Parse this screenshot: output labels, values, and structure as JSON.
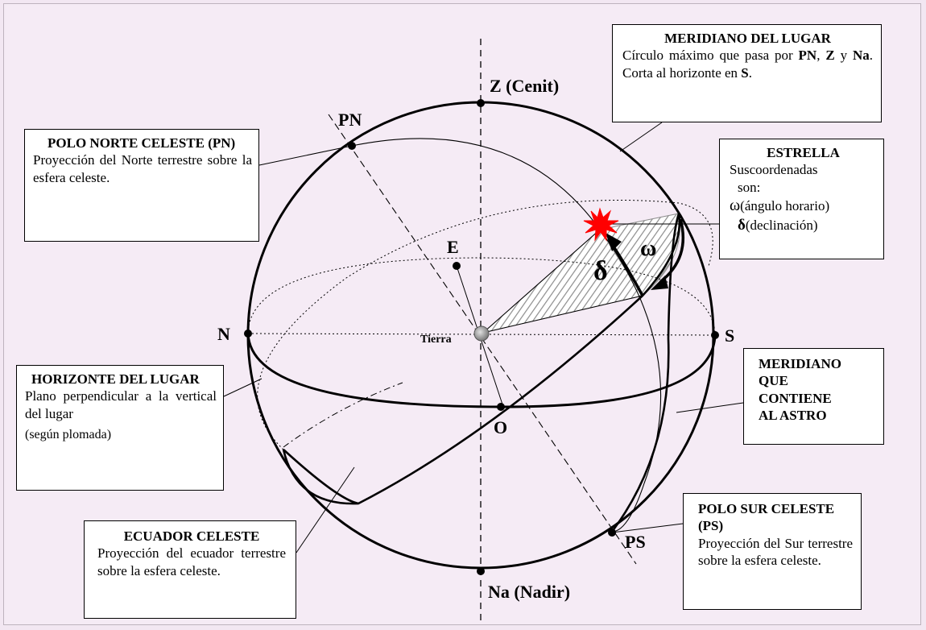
{
  "points": {
    "zenith": "Z (Cenit)",
    "nadir": "Na (Nadir)",
    "north_pole": "PN",
    "south_pole": "PS",
    "north": "N",
    "south": "S",
    "east": "E",
    "west": "O",
    "earth": "Tierra"
  },
  "angles": {
    "hour_angle": "ω",
    "declination": "δ"
  },
  "boxes": {
    "meridiano_lugar": {
      "title": "MERIDIANO DEL LUGAR",
      "text_1": "Círculo máximo que pasa por ",
      "b1": "PN",
      "text_2": ", ",
      "b2": "Z",
      "text_3": " y ",
      "b3": "Na",
      "text_4": ". Corta al horizonte en ",
      "b4": "S",
      "text_5": "."
    },
    "polo_norte": {
      "title": "POLO NORTE CELESTE (PN)",
      "text": "Proyección del Norte terrestre sobre la esfera celeste."
    },
    "estrella": {
      "title": "ESTRELLA",
      "line1": "Suscoordenadas",
      "line2": "son:",
      "omega_sym": "ω",
      "omega_text": "(ángulo horario)",
      "delta_sym": "δ",
      "delta_text": "(declinación)"
    },
    "horizonte": {
      "title": "HORIZONTE DEL LUGAR",
      "text": "Plano perpendicular a la vertical del lugar",
      "text2": "(según plomada)"
    },
    "meridiano_astro": {
      "line1": "MERIDIANO",
      "line2": "QUE",
      "line3": "CONTIENE",
      "line4": "AL ASTRO"
    },
    "ecuador": {
      "title": "ECUADOR CELESTE",
      "text": "Proyección del ecuador terrestre sobre la esfera celeste."
    },
    "polo_sur": {
      "title": "POLO SUR CELESTE (PS)",
      "text": "Proyección del Sur terrestre sobre la esfera celeste."
    }
  },
  "colors": {
    "background": "#f5ebf5",
    "star": "#ff0000",
    "hatch": "#9a9a9a"
  }
}
